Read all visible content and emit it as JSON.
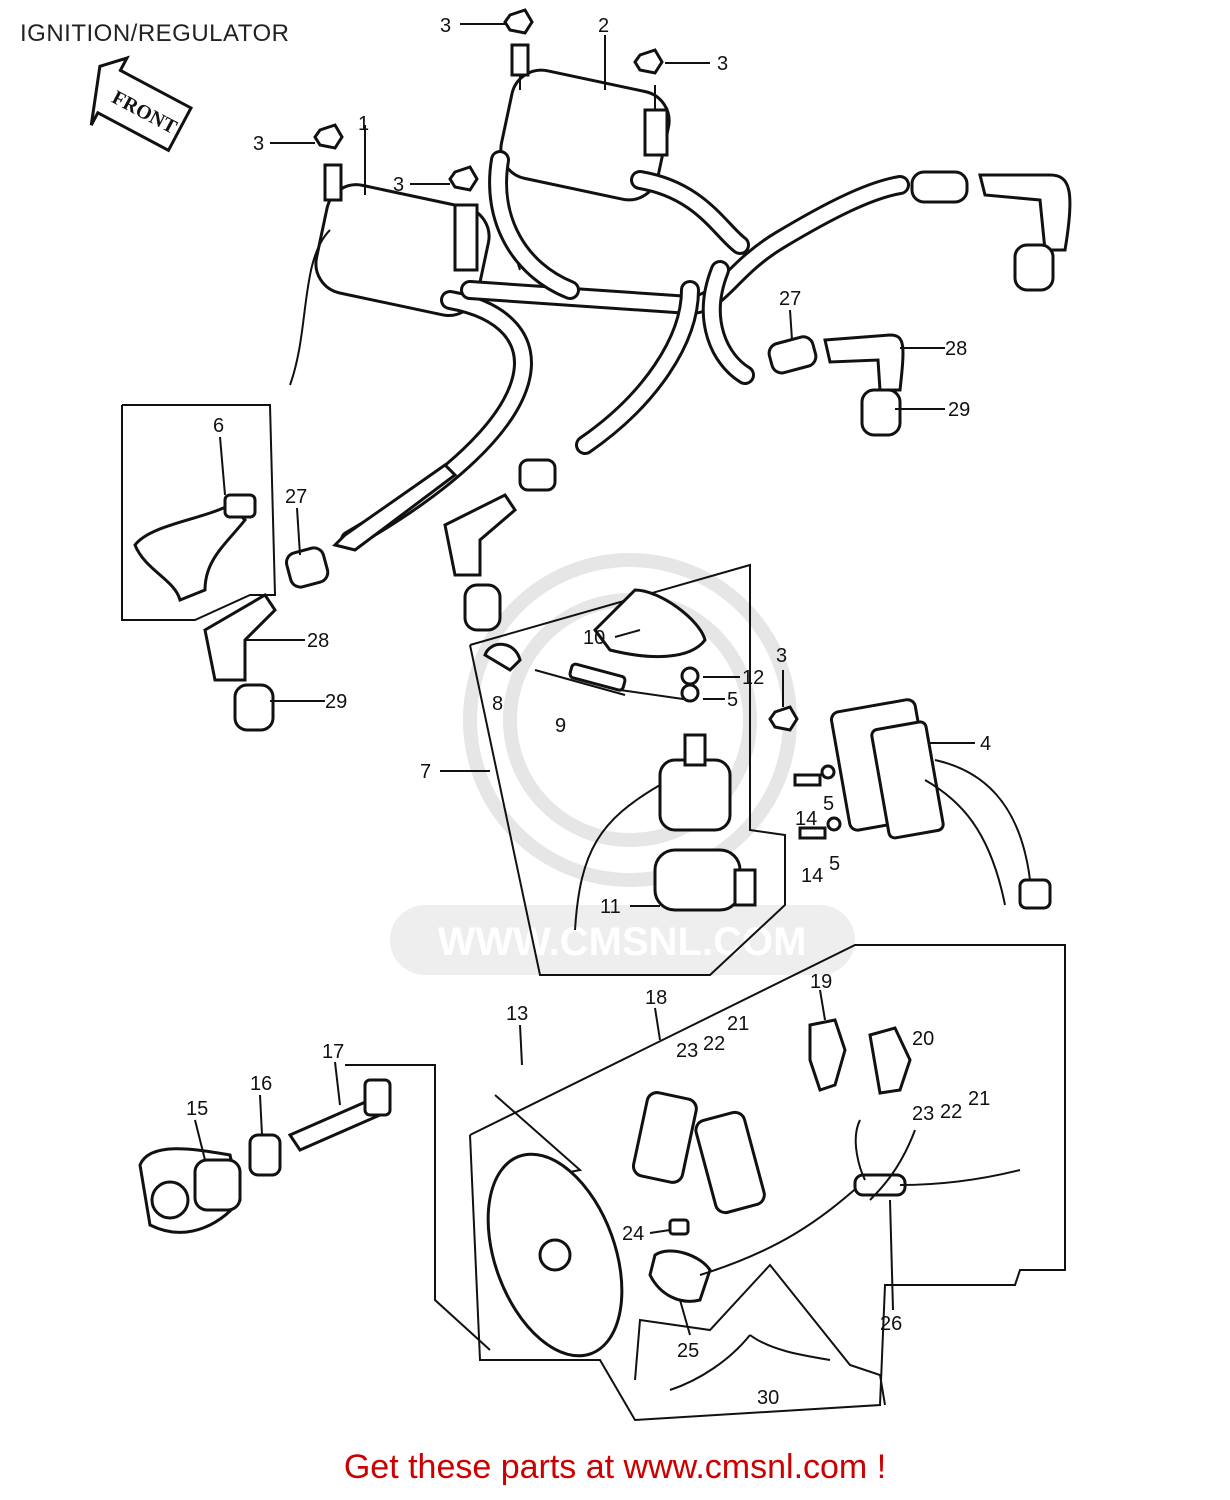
{
  "title": "IGNITION/REGULATOR",
  "front_arrow": "FRONT",
  "watermark": "WWW.CMSNL.COM",
  "footer": {
    "text": "Get these parts at www.cmsnl.com !",
    "color": "#cc0000"
  },
  "callouts": {
    "c1": "1",
    "c2": "2",
    "c3a": "3",
    "c3b": "3",
    "c3c": "3",
    "c3d": "3",
    "c3e": "3",
    "c4": "4",
    "c5a": "5",
    "c5b": "5",
    "c5c": "5",
    "c6": "6",
    "c7": "7",
    "c8": "8",
    "c9": "9",
    "c10": "10",
    "c11": "11",
    "c12": "12",
    "c13": "13",
    "c14a": "14",
    "c14b": "14",
    "c15": "15",
    "c16": "16",
    "c17": "17",
    "c18": "18",
    "c19": "19",
    "c20": "20",
    "c21a": "21",
    "c21b": "21",
    "c22a": "22",
    "c22b": "22",
    "c23a": "23",
    "c23b": "23",
    "c24": "24",
    "c25": "25",
    "c26": "26",
    "c27a": "27",
    "c27b": "27",
    "c28a": "28",
    "c28b": "28",
    "c29a": "29",
    "c29b": "29",
    "c30": "30"
  }
}
